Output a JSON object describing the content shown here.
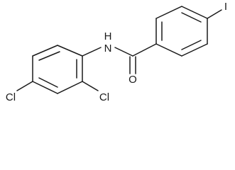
{
  "molecule": {
    "labels": {
      "nh": "H",
      "n": "N",
      "o": "O",
      "i": "I",
      "cl_ortho": "Cl",
      "cl_para": "Cl"
    }
  }
}
